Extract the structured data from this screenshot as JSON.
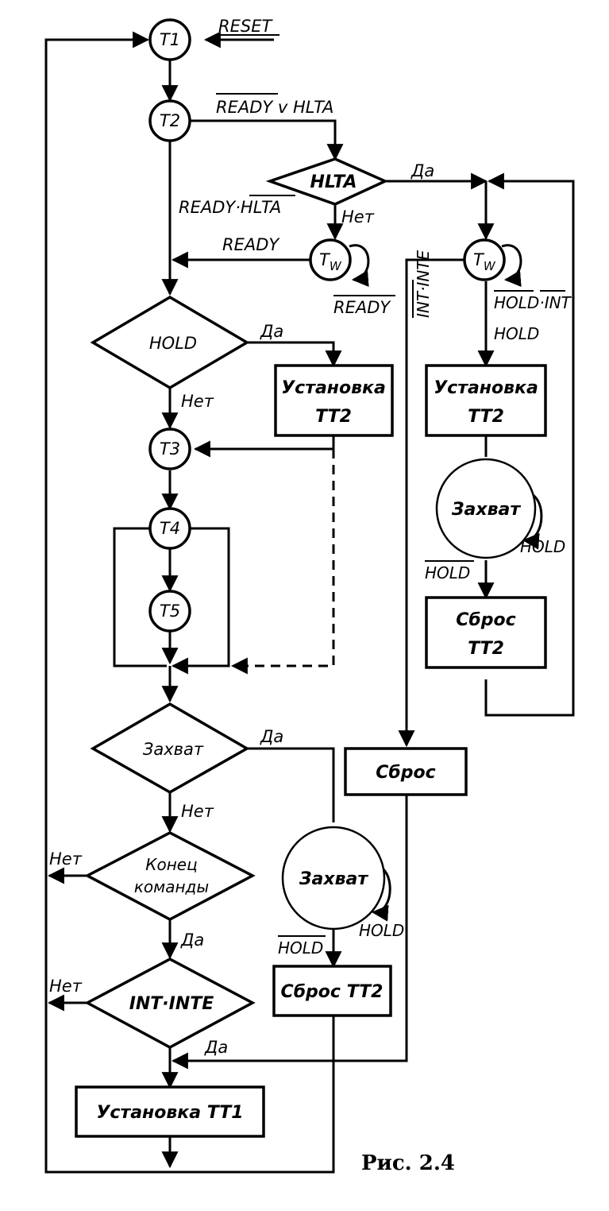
{
  "states": {
    "t1": "T1",
    "t2": "T2",
    "tw_left_base": "T",
    "tw_left_sub": "W",
    "tw_right_base": "T",
    "tw_right_sub": "W",
    "t3": "T3",
    "t4": "T4",
    "t5": "T5",
    "capture_right": "Захват",
    "capture_bottom": "Захват"
  },
  "decisions": {
    "hlta": "HLTA",
    "hold": "HOLD",
    "capture": "Захват",
    "end_command_line1": "Конец",
    "end_command_line2": "команды",
    "int_inte": "INT·INTE"
  },
  "boxes": {
    "set_tt2_left_line1": "Установка",
    "set_tt2_left_line2": "TT2",
    "set_tt2_right_line1": "Установка",
    "set_tt2_right_line2": "TT2",
    "reset_tt2_right_line1": "Сброс",
    "reset_tt2_right_line2": "TT2",
    "reset": "Сброс",
    "reset_tt2_bottom": "Сброс TT2",
    "set_tt1": "Установка TT1"
  },
  "edge_labels": {
    "reset": "RESET",
    "ready_or_hlta_a": "READY",
    "ready_or_hlta_b": " v HLTA",
    "ready_and_not_hlta_a": "READY·",
    "ready_and_not_hlta_b": "HLTA",
    "hlta_yes": "Да",
    "hlta_no": "Нет",
    "ready": "READY",
    "not_ready": "READY",
    "int_inte_vertical": "INT·INTE",
    "hold_not_int_a": "HOLD",
    "hold_not_int_b": "·",
    "hold_not_int_c": "INT",
    "hold_right": "HOLD",
    "hold_yes": "Да",
    "hold_no": "Нет",
    "capture_self_hold_right": "HOLD",
    "not_hold_right": "HOLD",
    "capture_yes": "Да",
    "capture_no": "Нет",
    "end_no": "Нет",
    "end_yes": "Да",
    "capture_self_hold_bottom": "HOLD",
    "not_hold_bottom": "HOLD",
    "int_no": "Нет",
    "int_yes": "Да"
  },
  "caption": "Рис.  2.4"
}
